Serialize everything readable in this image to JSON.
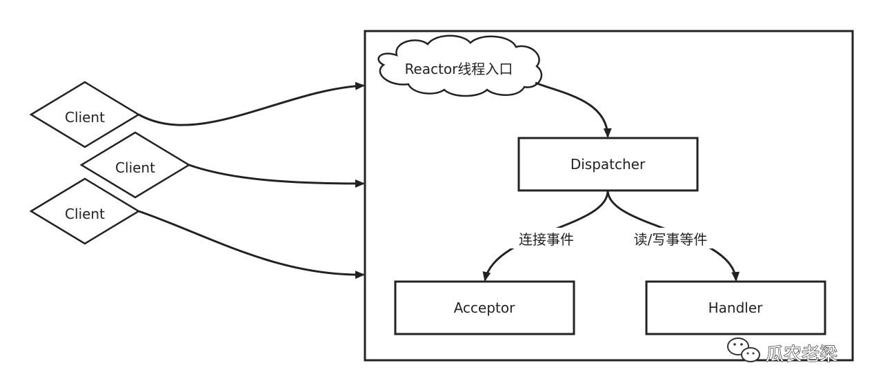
{
  "clients": [
    {
      "label": "Client"
    },
    {
      "label": "Client"
    },
    {
      "label": "Client"
    }
  ],
  "reactor": {
    "label": "Reactor线程入口"
  },
  "dispatcher": {
    "label": "Dispatcher"
  },
  "acceptor": {
    "label": "Acceptor"
  },
  "handler": {
    "label": "Handler"
  },
  "edges": {
    "connect_label": "连接事件",
    "readwrite_label": "读/写事等件"
  },
  "watermark": {
    "text": "瓜农老梁"
  }
}
